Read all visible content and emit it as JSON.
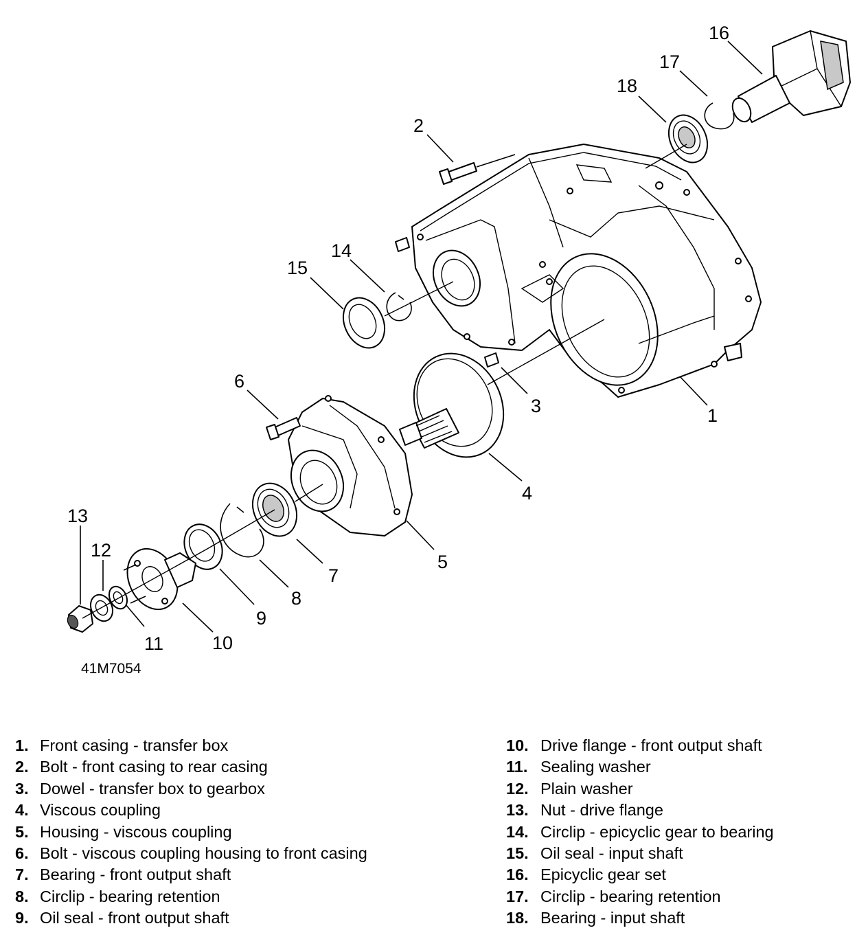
{
  "figure_ref": "41M7054",
  "callouts": [
    "1",
    "2",
    "3",
    "4",
    "5",
    "6",
    "7",
    "8",
    "9",
    "10",
    "11",
    "12",
    "13",
    "14",
    "15",
    "16",
    "17",
    "18"
  ],
  "legend": [
    {
      "num": "1.",
      "text": "Front casing - transfer box"
    },
    {
      "num": "2.",
      "text": "Bolt - front casing to rear casing"
    },
    {
      "num": "3.",
      "text": "Dowel - transfer box to gearbox"
    },
    {
      "num": "4.",
      "text": "Viscous coupling"
    },
    {
      "num": "5.",
      "text": "Housing - viscous coupling"
    },
    {
      "num": "6.",
      "text": "Bolt - viscous coupling housing to front casing"
    },
    {
      "num": "7.",
      "text": "Bearing - front output shaft"
    },
    {
      "num": "8.",
      "text": "Circlip - bearing retention"
    },
    {
      "num": "9.",
      "text": "Oil seal - front output shaft"
    },
    {
      "num": "10.",
      "text": "Drive flange - front output shaft"
    },
    {
      "num": "11.",
      "text": "Sealing washer"
    },
    {
      "num": "12.",
      "text": "Plain washer"
    },
    {
      "num": "13.",
      "text": "Nut - drive flange"
    },
    {
      "num": "14.",
      "text": "Circlip - epicyclic gear to bearing"
    },
    {
      "num": "15.",
      "text": "Oil seal - input shaft"
    },
    {
      "num": "16.",
      "text": "Epicyclic gear set"
    },
    {
      "num": "17.",
      "text": "Circlip - bearing retention"
    },
    {
      "num": "18.",
      "text": "Bearing - input shaft"
    }
  ]
}
